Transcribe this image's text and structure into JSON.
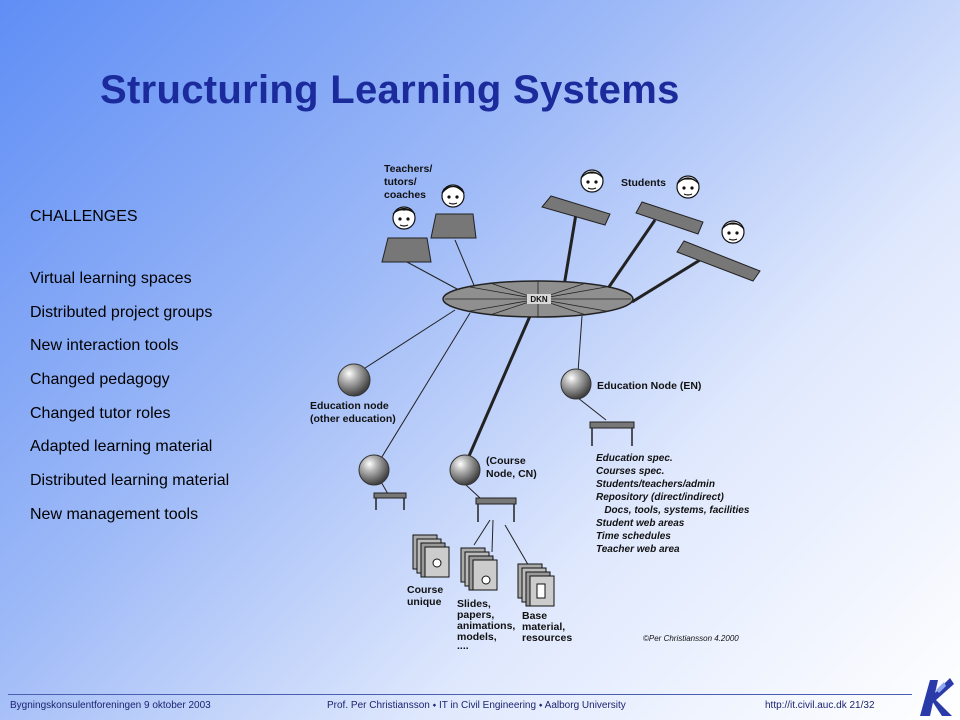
{
  "slide": {
    "title": "Structuring Learning Systems",
    "challenges_heading": "CHALLENGES",
    "challenges": [
      "Virtual learning spaces",
      "Distributed project groups",
      "New interaction tools",
      "Changed pedagogy",
      "Changed tutor roles",
      "Adapted learning material",
      "Distributed learning material",
      "New management  tools"
    ]
  },
  "diagram": {
    "teachers_label": [
      "Teachers/",
      "tutors/",
      "coaches"
    ],
    "students_label": "Students",
    "hub_label": "DKN",
    "education_node_other": [
      "Education node",
      "(other education)"
    ],
    "education_node_en": "Education Node (EN)",
    "course_node": [
      "(Course",
      "Node, CN)"
    ],
    "en_contents": [
      "Education spec.",
      "Courses spec.",
      "Students/teachers/admin",
      "Repository (direct/indirect)",
      "   Docs, tools, systems, facilities",
      "Student web areas",
      "Time schedules",
      "Teacher web area"
    ],
    "course_unique": [
      "Course",
      "unique"
    ],
    "slides_label": [
      "Slides,",
      "papers,",
      "animations,",
      "models,",
      "...."
    ],
    "base_label": [
      "Base",
      "material,",
      "resources"
    ],
    "copyright": "©Per Christiansson 4.2000"
  },
  "footer": {
    "left": "Bygningskonsulentforeningen  9 oktober 2003",
    "middle": "Prof. Per Christiansson ⬩ IT in Civil Engineering ⬩ Aalborg University",
    "right": "http://it.civil.auc.dk  21/32"
  },
  "colors": {
    "title": "#1b2b9c",
    "footer": "#1c2470"
  }
}
